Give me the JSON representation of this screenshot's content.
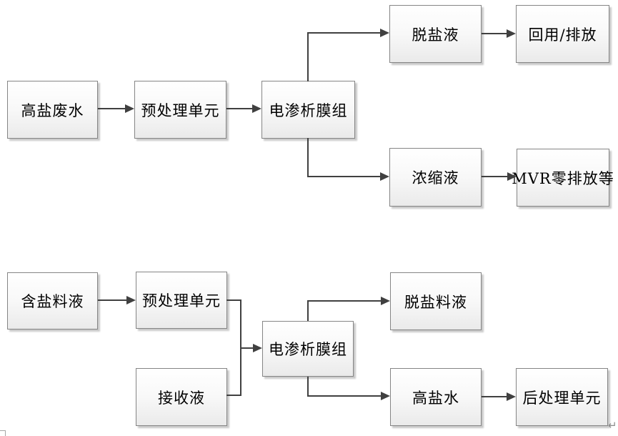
{
  "colors": {
    "background": "#ffffff",
    "box_border": "#858585",
    "box_fill_top": "#ffffff",
    "box_fill_bottom": "#eaeaea",
    "box_shadow": "#c9c9c9",
    "connector_line": "#404040",
    "text": "#000000",
    "boundary_mark": "#a6a6a6"
  },
  "diagram_top": {
    "nodes": [
      {
        "id": "high-salt-wastewater",
        "label": "高盐废水"
      },
      {
        "id": "pretreatment-unit",
        "label": "预处理单元"
      },
      {
        "id": "electrodialysis-module",
        "label": "电渗析膜组"
      },
      {
        "id": "desalted-liquid",
        "label": "脱盐液"
      },
      {
        "id": "reuse-discharge",
        "label": "回用/排放"
      },
      {
        "id": "concentrate",
        "label": "浓缩液"
      },
      {
        "id": "mvr-zero-discharge",
        "label": "MVR零排放等"
      }
    ],
    "edges": [
      {
        "from": "高盐废水",
        "to": "预处理单元"
      },
      {
        "from": "预处理单元",
        "to": "电渗析膜组"
      },
      {
        "from": "电渗析膜组",
        "to": "脱盐液"
      },
      {
        "from": "电渗析膜组",
        "to": "浓缩液"
      },
      {
        "from": "脱盐液",
        "to": "回用/排放"
      },
      {
        "from": "浓缩液",
        "to": "MVR零排放等"
      }
    ]
  },
  "diagram_bottom": {
    "nodes": [
      {
        "id": "salt-feed-liquid",
        "label": "含盐料液"
      },
      {
        "id": "pretreatment-unit",
        "label": "预处理单元"
      },
      {
        "id": "receiving-liquid",
        "label": "接收液"
      },
      {
        "id": "electrodialysis-module",
        "label": "电渗析膜组"
      },
      {
        "id": "desalted-feed-liquid",
        "label": "脱盐料液"
      },
      {
        "id": "high-salt-water",
        "label": "高盐水"
      },
      {
        "id": "post-treatment-unit",
        "label": "后处理单元"
      }
    ],
    "edges": [
      {
        "from": "含盐料液",
        "to": "预处理单元"
      },
      {
        "from": "预处理单元",
        "to": "电渗析膜组"
      },
      {
        "from": "接收液",
        "to": "电渗析膜组"
      },
      {
        "from": "电渗析膜组",
        "to": "脱盐料液"
      },
      {
        "from": "电渗析膜组",
        "to": "高盐水"
      },
      {
        "from": "高盐水",
        "to": "后处理单元"
      }
    ]
  },
  "marks": {
    "paragraph_return": "↵"
  }
}
